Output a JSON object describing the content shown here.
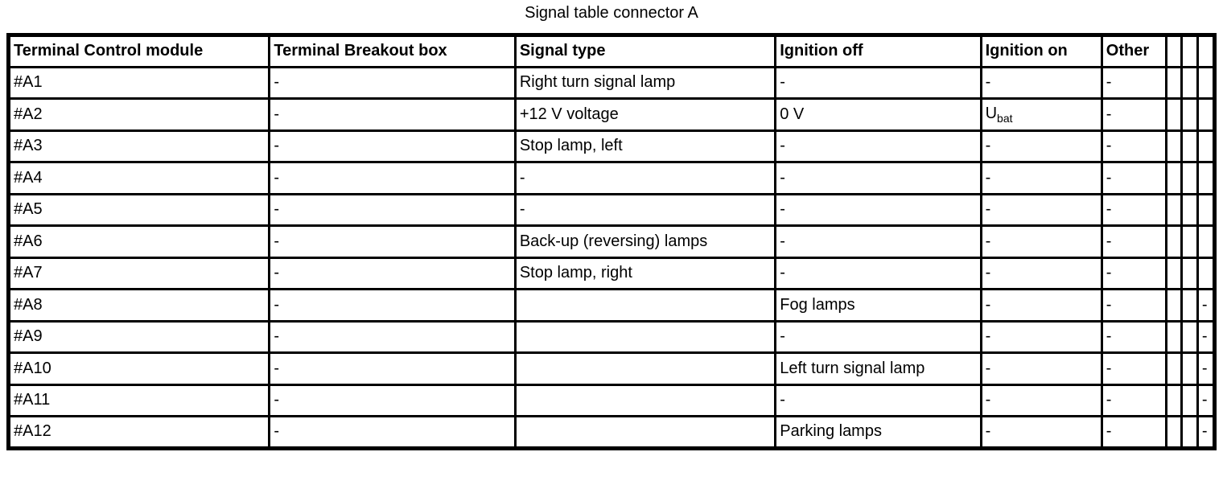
{
  "title": "Signal table connector A",
  "colors": {
    "border": "#000000",
    "text": "#000000",
    "background": "#ffffff"
  },
  "table": {
    "columns": [
      {
        "key": "terminal-control-module",
        "label": "Terminal Control module"
      },
      {
        "key": "terminal-breakout-box",
        "label": "Terminal Breakout box"
      },
      {
        "key": "signal-type",
        "label": "Signal type"
      },
      {
        "key": "ignition-off",
        "label": "Ignition off"
      },
      {
        "key": "ignition-on",
        "label": "Ignition on"
      },
      {
        "key": "other",
        "label": "Other"
      },
      {
        "key": "extra-col-1",
        "label": ""
      },
      {
        "key": "extra-col-2",
        "label": ""
      },
      {
        "key": "extra-col-3",
        "label": ""
      }
    ],
    "rows": [
      [
        "#A1",
        "-",
        "Right turn signal lamp",
        "-",
        "-",
        "-",
        "",
        "",
        ""
      ],
      [
        "#A2",
        "-",
        "+12 V voltage",
        "0 V",
        {
          "main": "U",
          "sub": "bat"
        },
        "-",
        "",
        "",
        ""
      ],
      [
        "#A3",
        "-",
        "Stop lamp, left",
        "-",
        "-",
        "-",
        "",
        "",
        ""
      ],
      [
        "#A4",
        "-",
        "-",
        "-",
        "-",
        "-",
        "",
        "",
        ""
      ],
      [
        "#A5",
        "-",
        "-",
        "-",
        "-",
        "-",
        "",
        "",
        ""
      ],
      [
        "#A6",
        "-",
        "Back-up (reversing) lamps",
        "-",
        "-",
        "-",
        "",
        "",
        ""
      ],
      [
        "#A7",
        "-",
        "Stop lamp, right",
        "-",
        "-",
        "-",
        "",
        "",
        ""
      ],
      [
        "#A8",
        "-",
        "",
        "Fog lamps",
        "-",
        "-",
        "",
        "",
        "-"
      ],
      [
        "#A9",
        "-",
        "",
        "-",
        "-",
        "-",
        "",
        "",
        "-"
      ],
      [
        "#A10",
        "-",
        "",
        "Left turn signal lamp",
        "-",
        "-",
        "",
        "",
        "-"
      ],
      [
        "#A11",
        "-",
        "",
        "-",
        "-",
        "-",
        "",
        "",
        "-"
      ],
      [
        "#A12",
        "-",
        "",
        "Parking lamps",
        "-",
        "-",
        "",
        "",
        "-"
      ]
    ]
  }
}
